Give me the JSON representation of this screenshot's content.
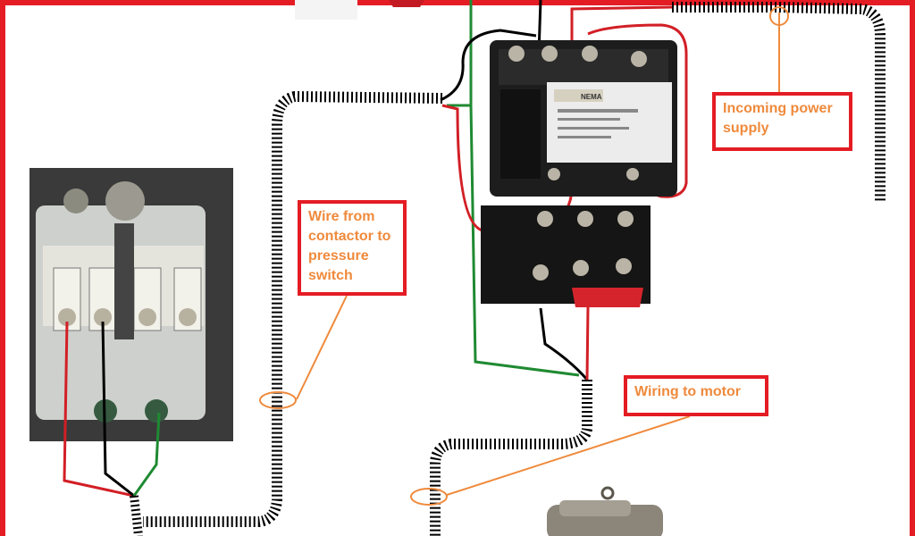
{
  "labels": {
    "incoming_power": "Incoming power\nsupply",
    "contactor_to_pressure_switch": "Wire from\ncontactor to\npressure\nswitch",
    "wiring_to_motor": "Wiring to motor"
  },
  "contactor": {
    "nameplate": "NEMA"
  },
  "colors": {
    "frame": "#e41c24",
    "label_text": "#ef8a3c",
    "wire_black": "#000000",
    "wire_red": "#d21f26",
    "wire_green": "#1f8a32",
    "leader": "#ef8a3c"
  }
}
